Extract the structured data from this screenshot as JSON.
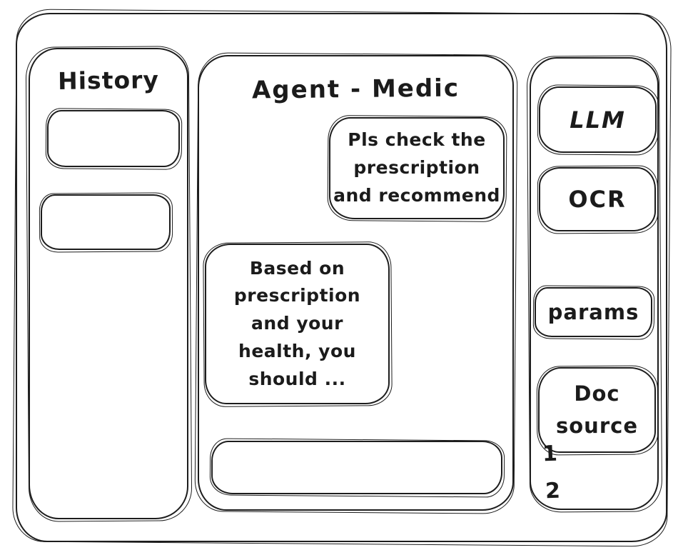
{
  "accent_color": "#1d1d1d",
  "background_color": "#ffffff",
  "history_panel": {
    "title": "History",
    "items": [
      {
        "label": ""
      },
      {
        "label": ""
      }
    ]
  },
  "chat_panel": {
    "title": "Agent - Medic",
    "messages": [
      {
        "role": "user",
        "text": "Pls check the\nprescription\nand recommend"
      },
      {
        "role": "assistant",
        "text": "Based on\nprescription\nand your\nhealth, you\nshould ..."
      }
    ],
    "input": {
      "value": "",
      "placeholder": ""
    }
  },
  "tools_panel": {
    "buttons": [
      {
        "label": "LLM"
      },
      {
        "label": "OCR"
      },
      {
        "label": "params"
      }
    ],
    "doc_source": {
      "label": "Doc\nsource",
      "items": [
        "1",
        "2"
      ]
    }
  }
}
